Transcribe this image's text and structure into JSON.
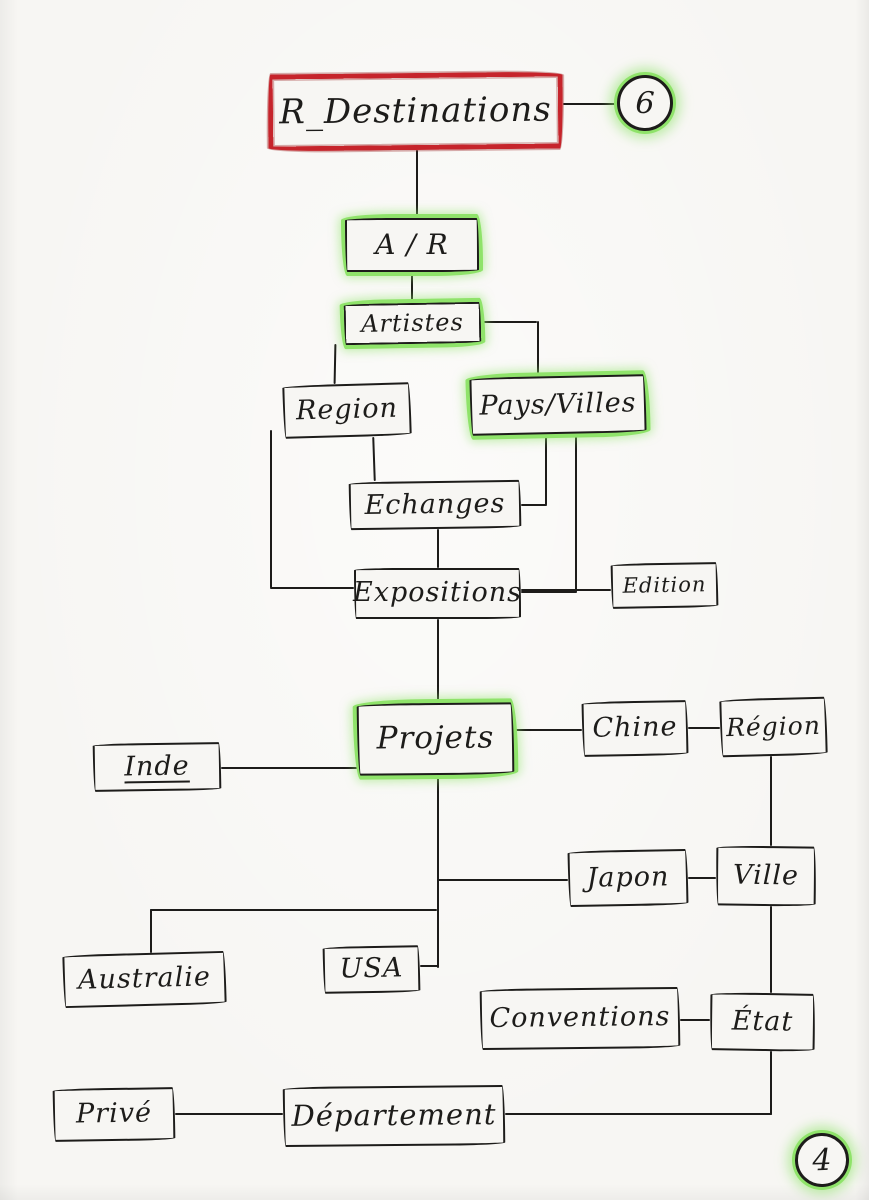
{
  "diagram": {
    "title_node": "R_Destinations",
    "nodes": {
      "r_destinations": {
        "label": "R_Destinations"
      },
      "ar": {
        "label": "A / R"
      },
      "artistes": {
        "label": "Artistes"
      },
      "region_top": {
        "label": "Region"
      },
      "pays_villes": {
        "label": "Pays/Villes"
      },
      "echanges": {
        "label": "Echanges"
      },
      "expositions": {
        "label": "Expositions"
      },
      "edition": {
        "label": "Edition"
      },
      "projets": {
        "label": "Projets"
      },
      "inde": {
        "label": "Inde"
      },
      "chine": {
        "label": "Chine"
      },
      "region_right": {
        "label": "Région"
      },
      "japon": {
        "label": "Japon"
      },
      "ville": {
        "label": "Ville"
      },
      "australie": {
        "label": "Australie"
      },
      "usa": {
        "label": "USA"
      },
      "conventions": {
        "label": "Conventions"
      },
      "etat": {
        "label": "État"
      },
      "prive": {
        "label": "Privé"
      },
      "departement": {
        "label": "Département"
      }
    },
    "badges": {
      "top_circle": "6",
      "bottom_circle": "4"
    },
    "colors": {
      "paper": "#f7f6f3",
      "ink": "#1d1c1a",
      "red": "#c6242b",
      "green": "#8fe36a"
    }
  }
}
